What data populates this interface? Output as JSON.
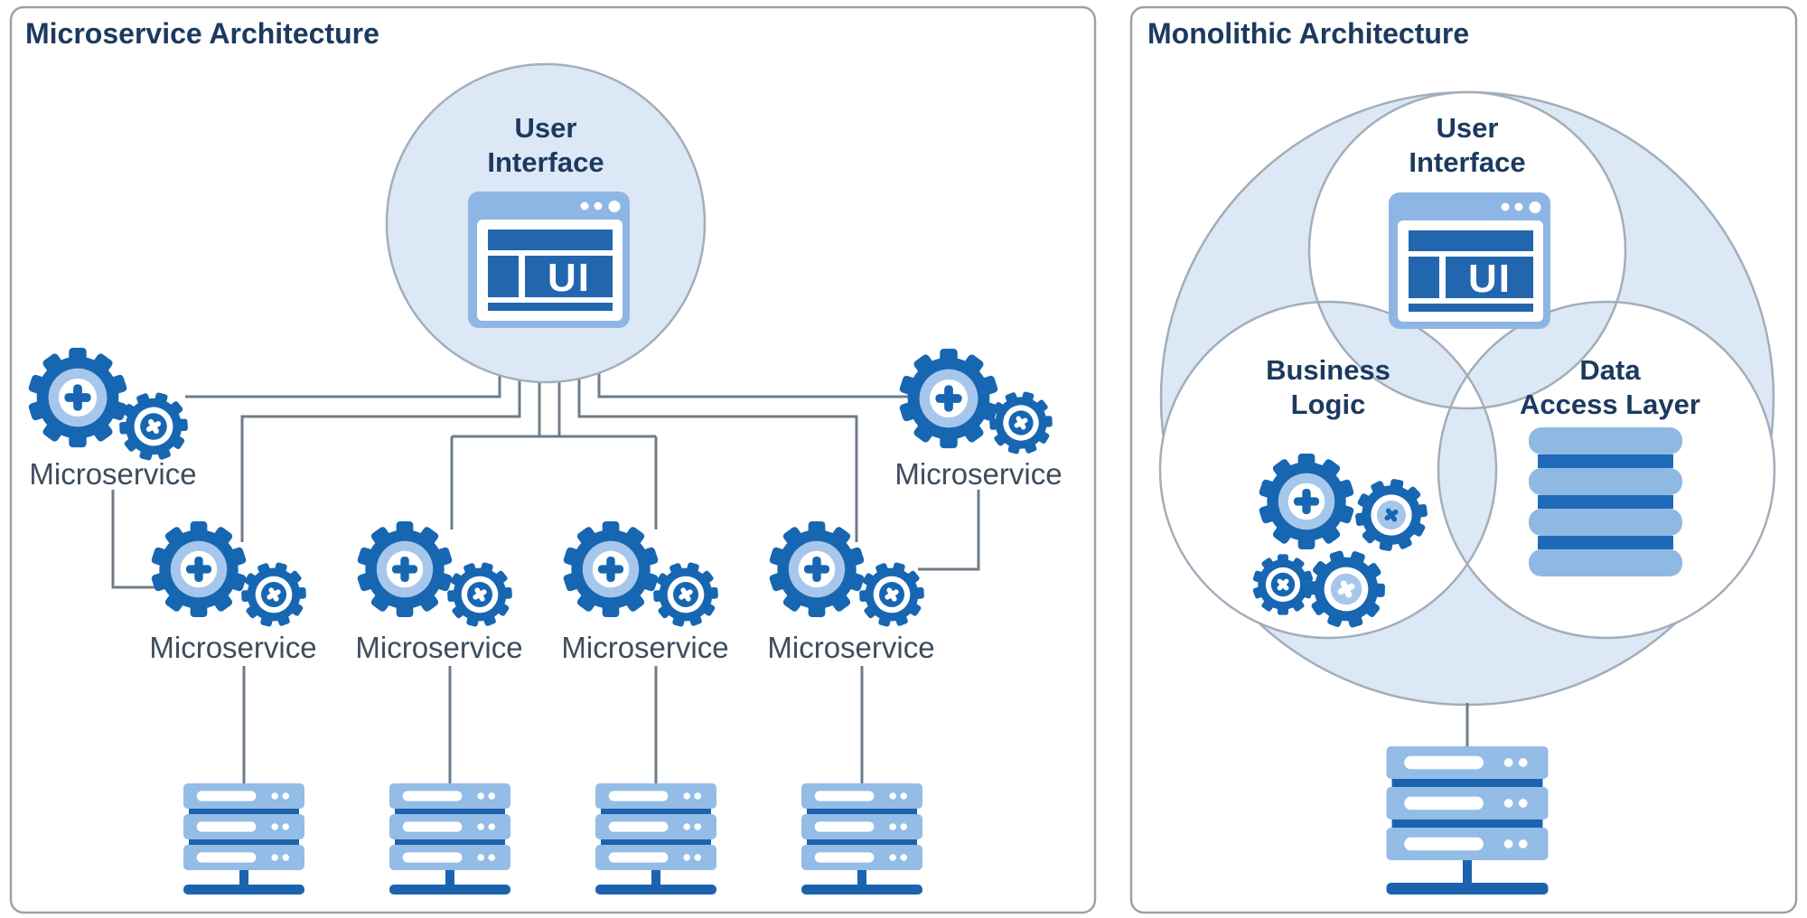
{
  "left_panel": {
    "title": "Microservice Architecture",
    "hub": {
      "line1": "User",
      "line2": "Interface",
      "icon_label": "UI"
    },
    "labels": {
      "side_left": "Microservice",
      "side_right": "Microservice",
      "mid1": "Microservice",
      "mid2": "Microservice",
      "mid3": "Microservice",
      "mid4": "Microservice"
    }
  },
  "right_panel": {
    "title": "Monolithic Architecture",
    "ui": {
      "line1": "User",
      "line2": "Interface",
      "icon_label": "UI"
    },
    "business": {
      "line1": "Business",
      "line2": "Logic"
    },
    "data": {
      "line1": "Data",
      "line2": "Access Layer"
    }
  },
  "colors": {
    "panel_border": "#97a3ad",
    "title_text": "#1c3a60",
    "label_text": "#3d4d5e",
    "connector": "#6f7c88",
    "circle_fill": "#dce8f5",
    "circle_stroke": "#a2aeba",
    "gear_blue": "#1766b2",
    "gear_light": "#a6c7eb",
    "browser_frame": "#8db6e4",
    "browser_blue": "#2267ae",
    "server_light": "#93bce6",
    "server_dark": "#1b63ae",
    "db_bar": "#8fb8e3",
    "db_band": "#1f6ab8"
  }
}
